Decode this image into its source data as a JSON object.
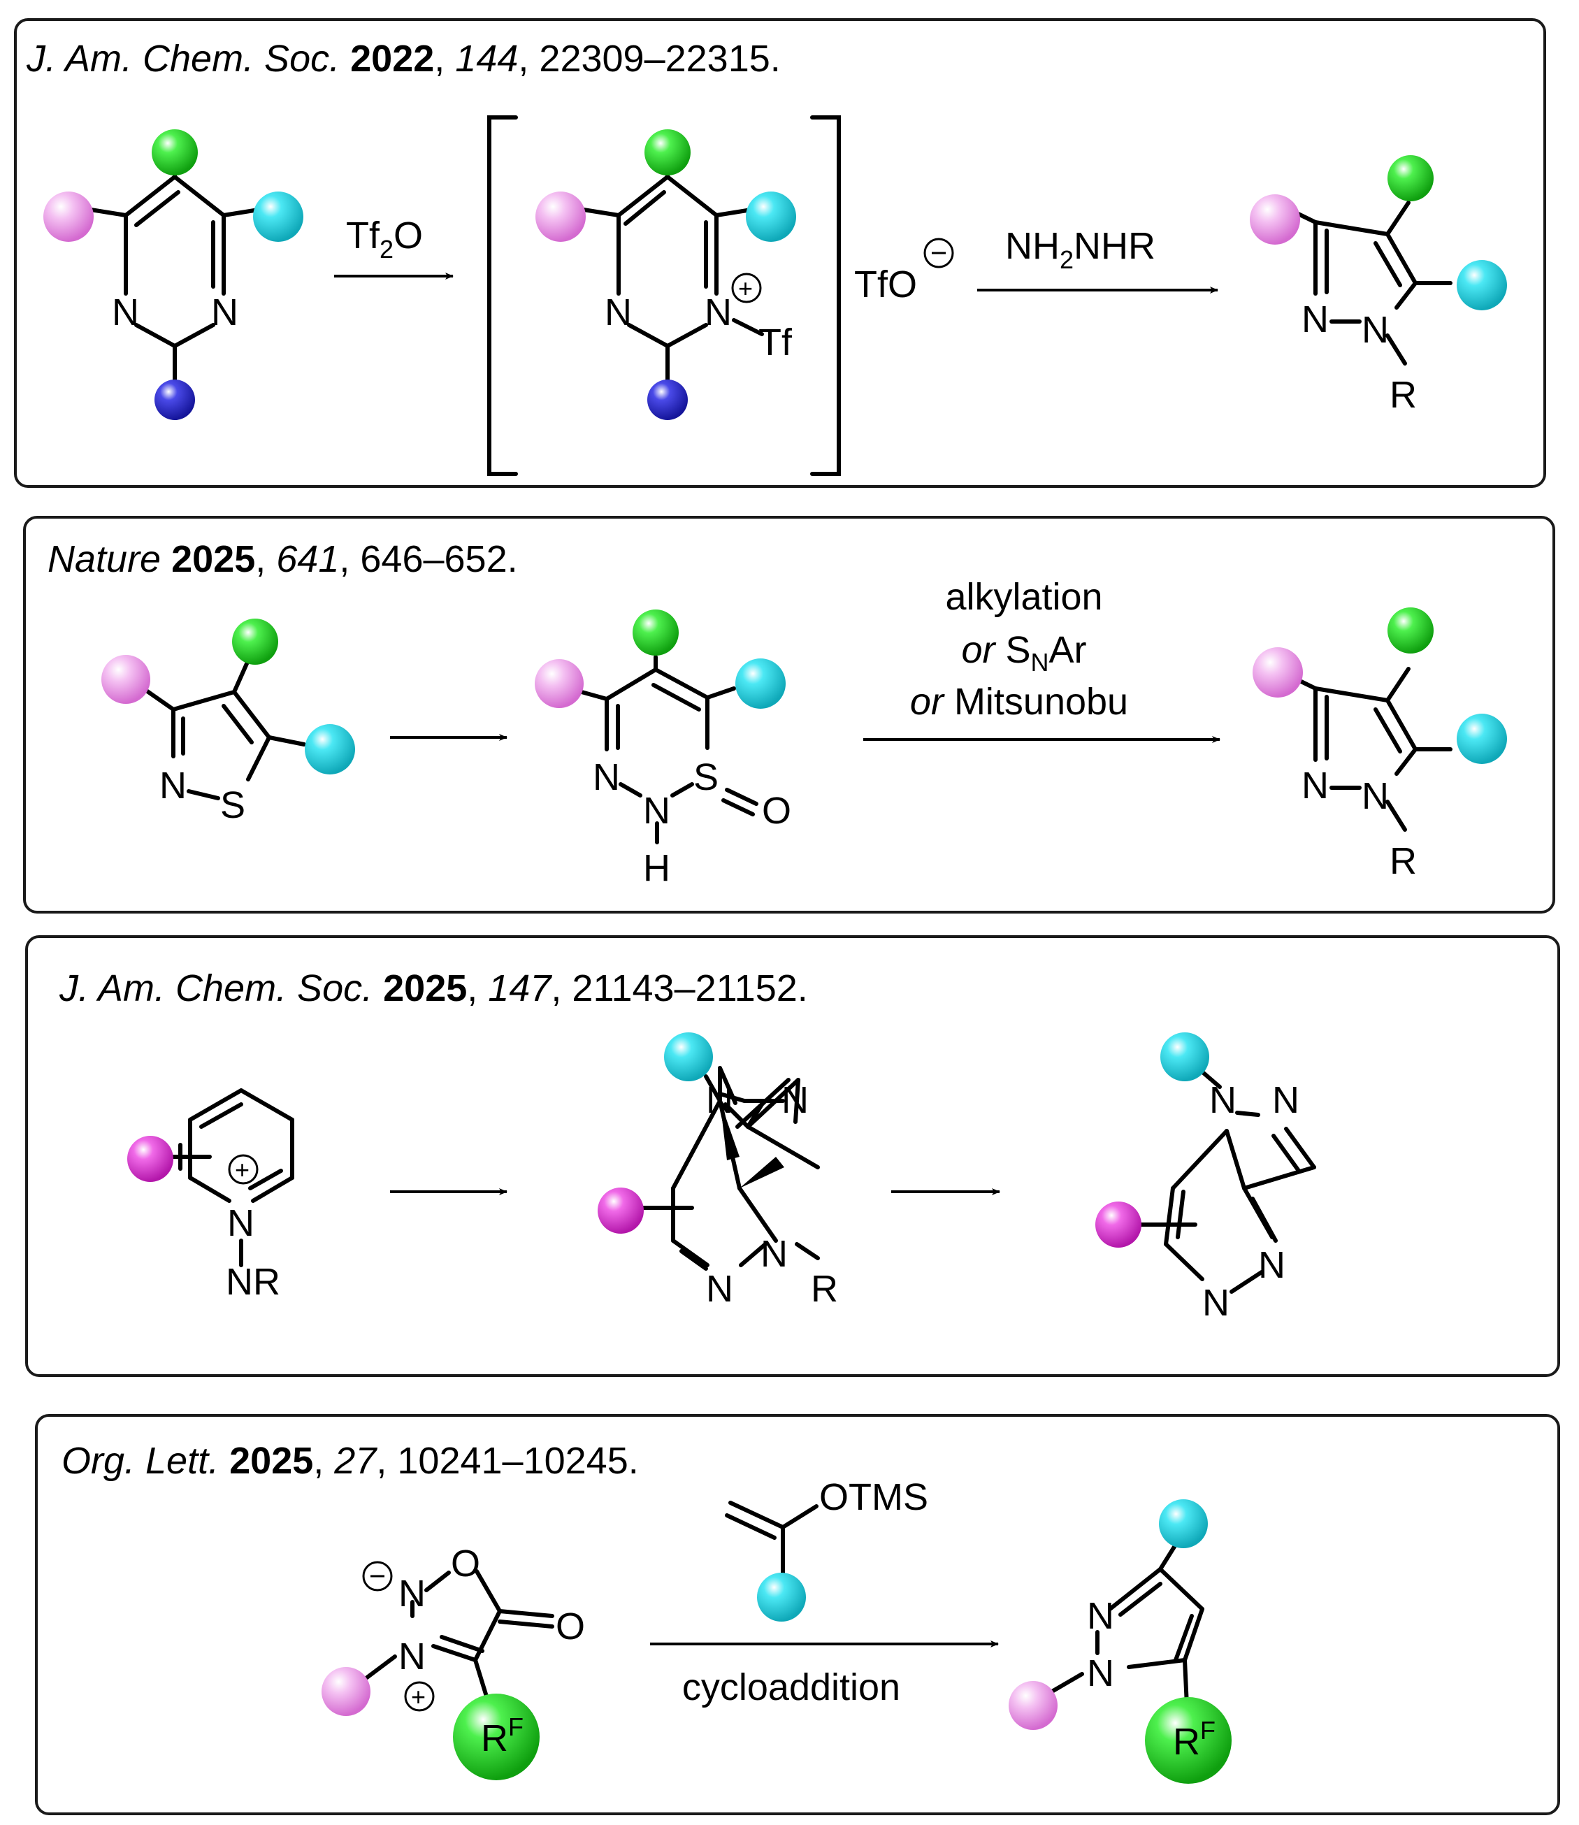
{
  "colors": {
    "pink": "#e89ae6",
    "magenta": "#e23fd8",
    "green": "#1fd61f",
    "cyan": "#22d8e8",
    "blue": "#2626c8"
  },
  "panels": [
    {
      "ref": {
        "journal": "J. Am. Chem. Soc.",
        "year": "2022",
        "volume": "144",
        "pages": "22309–22315."
      },
      "reagent1": {
        "main": "Tf",
        "sub": "2",
        "tail": "O"
      },
      "counterion": "TfO",
      "reagent2": {
        "main": "NH",
        "sub": "2",
        "tail": "NHR"
      },
      "atoms": {
        "n": "N",
        "r": "R",
        "tf": "Tf",
        "plus": "+",
        "minus": "−"
      }
    },
    {
      "ref": {
        "journal": "Nature",
        "year": "2025",
        "volume": "641",
        "pages": "646–652."
      },
      "conditions": {
        "line1": "alkylation",
        "or": "or",
        "snar_s": "S",
        "snar_sub": "N",
        "snar_ar": "Ar",
        "mitsunobu": "Mitsunobu"
      },
      "atoms": {
        "n": "N",
        "s": "S",
        "o": "O",
        "h": "H",
        "r": "R"
      }
    },
    {
      "ref": {
        "journal": "J. Am. Chem. Soc.",
        "year": "2025",
        "volume": "147",
        "pages": "21143–21152."
      },
      "atoms": {
        "n": "N",
        "nr": "NR",
        "r": "R",
        "plus": "+"
      }
    },
    {
      "ref": {
        "journal": "Org. Lett.",
        "year": "2025",
        "volume": "27",
        "pages": "10241–10245."
      },
      "reagent": "OTMS",
      "condition": "cycloaddition",
      "atoms": {
        "n": "N",
        "o": "O",
        "rf": "R",
        "rf_sup": "F",
        "plus": "+",
        "minus": "−"
      }
    }
  ]
}
